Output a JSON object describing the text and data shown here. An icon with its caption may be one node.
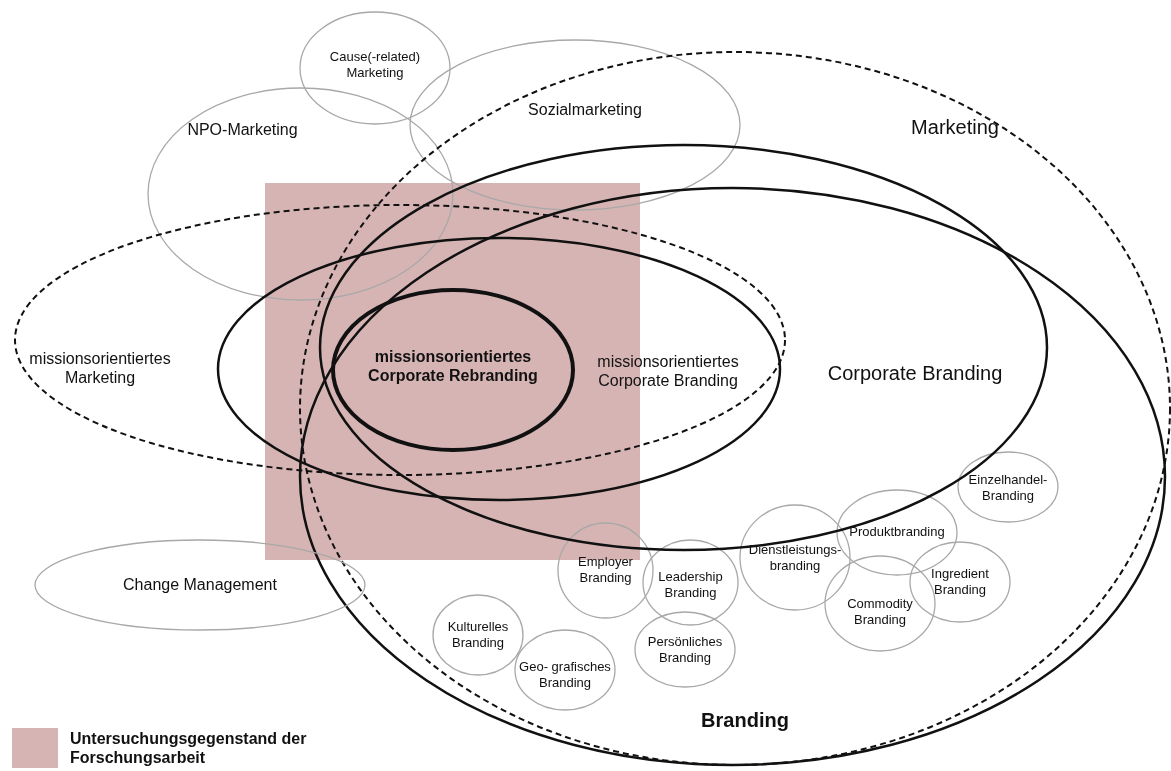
{
  "diagram": {
    "nodes": [
      {
        "text": [
          "Cause(-related) Marketing"
        ]
      },
      {
        "text": [
          "Sozialmarketing"
        ]
      },
      {
        "text": [
          "NPO-Marketing"
        ]
      },
      {
        "text": [
          "Marketing"
        ]
      },
      {
        "text": [
          "Branding"
        ],
        "in": 3
      },
      {
        "text": [
          "missionsorientiertes Marketing"
        ]
      },
      {
        "text": [
          "missionsorientiertes Corporate Branding"
        ]
      },
      {
        "text": [
          "missionsorientiertes Corporate Rebranding"
        ],
        "in": 6
      },
      {
        "text": [
          "Corporate Branding"
        ],
        "in": 3
      },
      {
        "text": [
          "Einzelhandel- Branding"
        ],
        "in": 4
      },
      {
        "text": [
          "Produktbranding"
        ],
        "in": 4
      },
      {
        "text": [
          "Dienstleistungs- branding"
        ],
        "in": 4
      },
      {
        "text": [
          "Employer Branding"
        ],
        "in": 4
      },
      {
        "text": [
          "Ingredient Branding"
        ],
        "in": 4
      },
      {
        "text": [
          "Leadership Branding"
        ],
        "in": 4
      },
      {
        "text": [
          "Commodity Branding"
        ],
        "in": 4
      },
      {
        "text": [
          "Change Management"
        ]
      },
      {
        "text": [
          "Kulturelles Branding"
        ],
        "in": 4
      },
      {
        "text": [
          "Persönliches Branding"
        ],
        "in": 4
      },
      {
        "text": [
          "Geo- grafisches Branding"
        ],
        "in": 4
      }
    ],
    "legend": [
      {
        "text": "Untersuchungsgegenstand der Forschungsarbeit",
        "color": "#d7b4b4"
      }
    ]
  }
}
